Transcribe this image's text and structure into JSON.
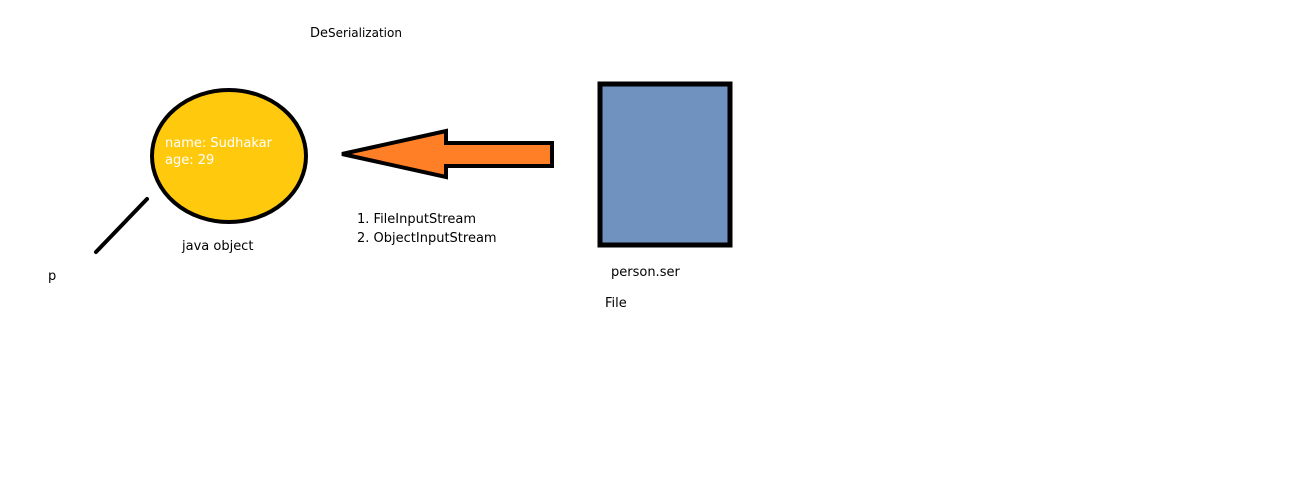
{
  "title": {
    "prefix": "De",
    "rest": "Serialization"
  },
  "java_object": {
    "name_line": "name: Sudhakar",
    "age_line": "age: 29",
    "label": "java object",
    "fill": "#FFC90E"
  },
  "p_label": "p",
  "steps": [
    "1. FileInputStream",
    "2. ObjectInputStream"
  ],
  "file": {
    "name": "person.ser",
    "label": "File",
    "fill": "#7092BE"
  },
  "arrow": {
    "fill": "#FF7F27"
  }
}
